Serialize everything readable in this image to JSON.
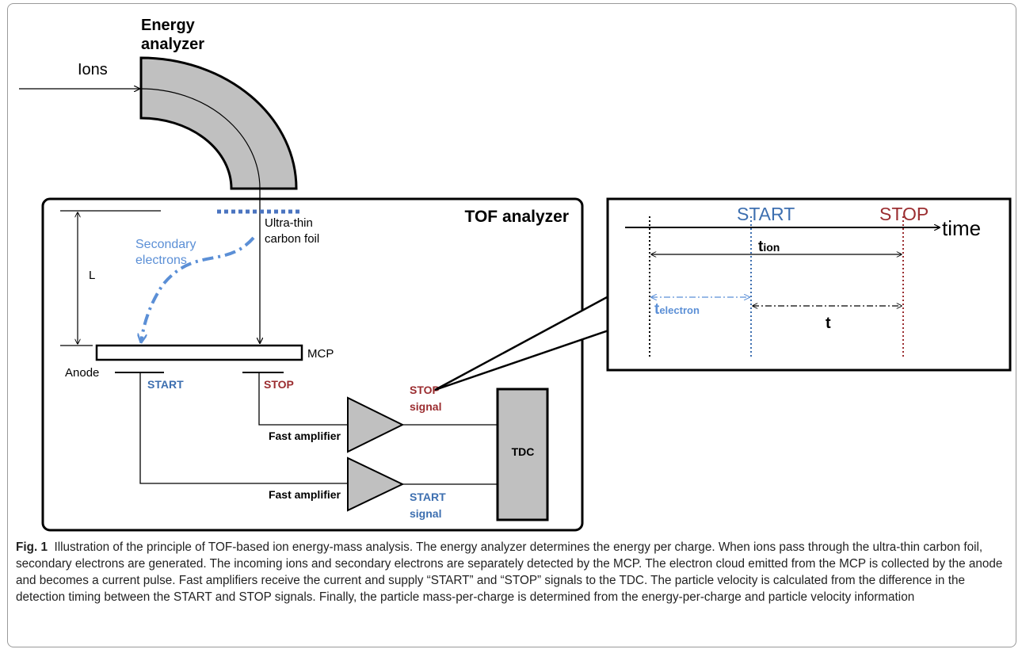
{
  "labels": {
    "energy_analyzer_line1": "Energy",
    "energy_analyzer_line2": "analyzer",
    "ions": "Ions",
    "tof_analyzer": "TOF analyzer",
    "foil_line1": "Ultra-thin",
    "foil_line2": "carbon foil",
    "secondary_line1": "Secondary",
    "secondary_line2": "electrons",
    "length": "L",
    "mcp": "MCP",
    "anode": "Anode",
    "start": "START",
    "stop": "STOP",
    "stop_signal_line1": "STOP",
    "stop_signal_line2": "signal",
    "start_signal_line1": "START",
    "start_signal_line2": "signal",
    "fast_amplifier_top": "Fast amplifier",
    "fast_amplifier_bottom": "Fast amplifier",
    "tdc": "TDC"
  },
  "timing": {
    "start": "START",
    "stop": "STOP",
    "time": "time",
    "t_ion_main": "t",
    "t_ion_sub": "ion",
    "t_electron_main": "t",
    "t_electron_sub": "electron",
    "t": "t"
  },
  "caption": {
    "label": "Fig. 1",
    "text": "Illustration of the principle of TOF-based ion energy-mass analysis. The energy analyzer determines the energy per charge. When ions pass through the ultra-thin carbon foil, secondary electrons are generated. The incoming ions and secondary electrons are separately detected by the MCP. The electron cloud emitted from the MCP is collected by the anode and becomes a current pulse. Fast amplifiers receive the current and supply “START” and “STOP” signals to the TDC. The particle velocity is calculated from the difference in the detection timing between the START and STOP signals. Finally, the particle mass-per-charge is determined from the energy-per-charge and particle velocity information"
  },
  "colors": {
    "start_blue": "#3d6fb0",
    "secondary_blue": "#5b8fd6",
    "stop_red": "#9b2d30",
    "component_gray": "#c0c0c0"
  }
}
